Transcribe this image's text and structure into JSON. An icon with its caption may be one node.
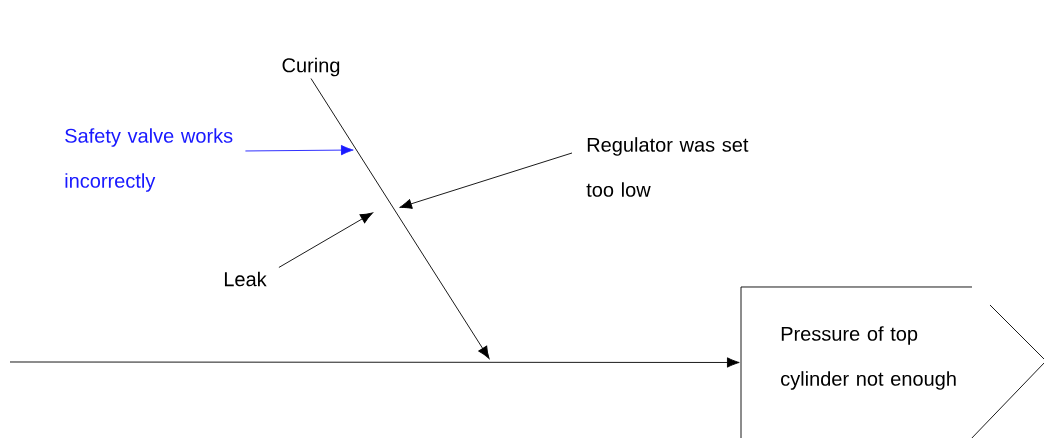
{
  "diagram": {
    "nodes": [
      {
        "text": [
          "Curing"
        ]
      },
      {
        "text": [
          "Safety valve works incorrectly"
        ]
      },
      {
        "text": [
          "Regulator was set too low"
        ]
      },
      {
        "text": [
          "Leak"
        ]
      },
      {
        "text": [
          "Pressure of top cylinder not enough"
        ]
      }
    ],
    "edges": [
      {
        "from": 0,
        "to": null,
        "arrow": "to"
      },
      {
        "from": 1,
        "to": null,
        "arrow": "to",
        "color": "#1a1aff"
      },
      {
        "from": 2,
        "to": null,
        "arrow": "to"
      },
      {
        "from": 3,
        "to": null,
        "arrow": "to"
      },
      {
        "from": null,
        "to": 4,
        "arrow": "to"
      }
    ]
  }
}
